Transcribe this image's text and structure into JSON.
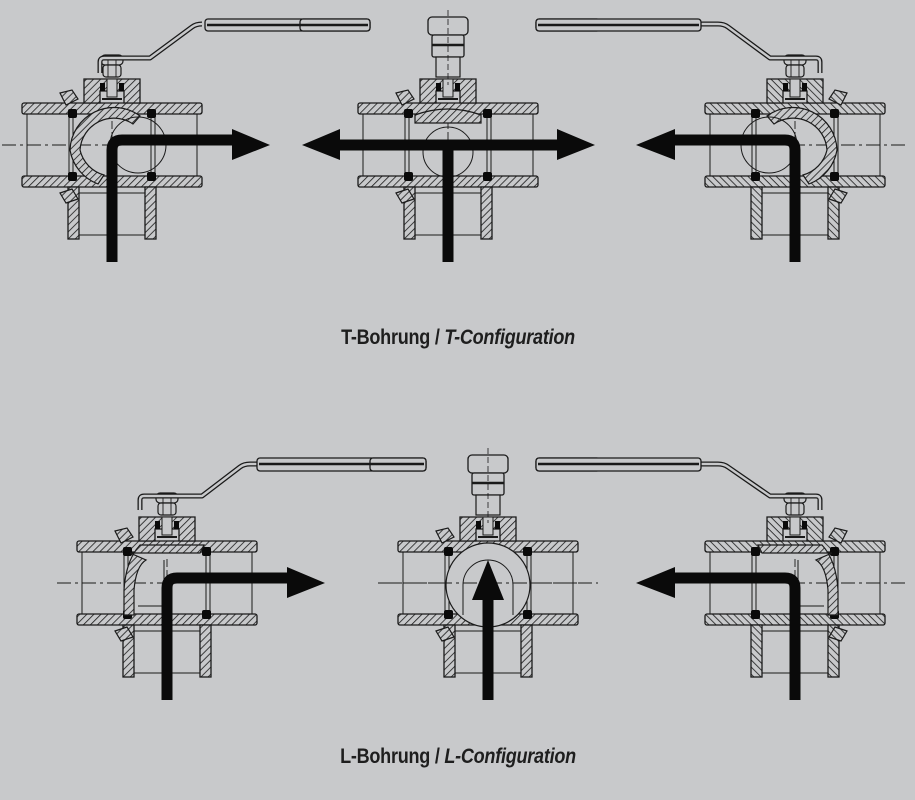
{
  "title": "3-way ball valve bore configurations",
  "colors": {
    "background": "#c8c9cb",
    "line": "#1a1a1a",
    "arrow": "#0a0a0a",
    "body_fill": "#c8c9cb"
  },
  "sections": [
    {
      "id": "t-config",
      "caption_de": "T-Bohrung",
      "separator": " / ",
      "caption_en": "T-Configuration",
      "valves": [
        {
          "name": "t-valve-left",
          "bore": "T",
          "flow": "bottom-to-right",
          "handle": "left-lever"
        },
        {
          "name": "t-valve-center",
          "bore": "T",
          "flow": "bottom-to-left-and-right",
          "handle": "top-end-view"
        },
        {
          "name": "t-valve-right",
          "bore": "T",
          "flow": "bottom-to-left",
          "handle": "right-lever"
        }
      ]
    },
    {
      "id": "l-config",
      "caption_de": "L-Bohrung",
      "separator": " / ",
      "caption_en": "L-Configuration",
      "valves": [
        {
          "name": "l-valve-left",
          "bore": "L",
          "flow": "bottom-to-right",
          "handle": "left-lever"
        },
        {
          "name": "l-valve-center",
          "bore": "L",
          "flow": "bottom-closed",
          "handle": "top-end-view"
        },
        {
          "name": "l-valve-right",
          "bore": "L",
          "flow": "bottom-to-left",
          "handle": "right-lever"
        }
      ]
    }
  ]
}
